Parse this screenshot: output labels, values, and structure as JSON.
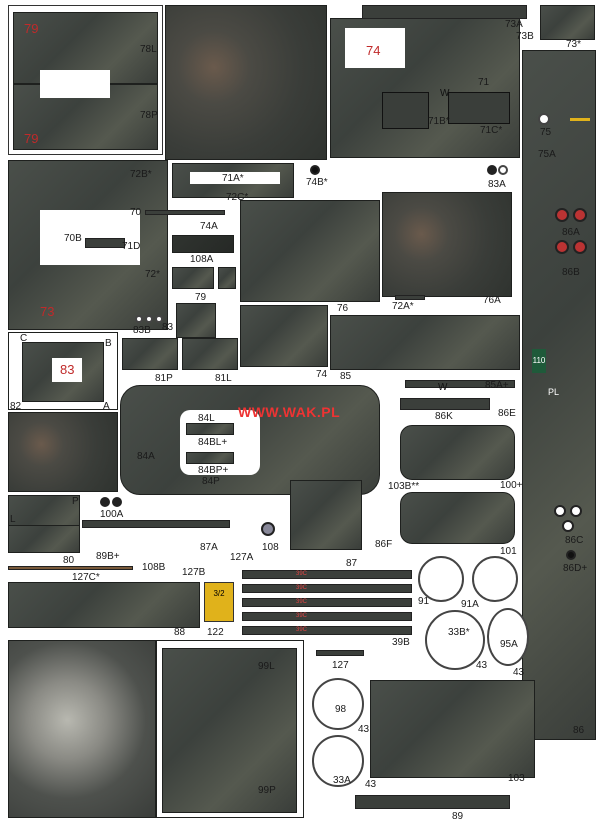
{
  "sheet": {
    "watermark": "WWW.WAK.PL",
    "plate_number": "110",
    "plate_letters": "PL",
    "plate_stamp": "3/2",
    "colors": {
      "paint": "#464b46",
      "red": "#c02a2a",
      "white": "#ffffff",
      "plate": "#1f5a3a",
      "yellow": "#e0b21b"
    }
  },
  "labels": {
    "p79a": "79",
    "p79b": "79",
    "p78L": "78L",
    "p78P": "78P",
    "p74": "74",
    "p73A": "73A",
    "p73B": "73B",
    "p73s": "73*",
    "p71": "71",
    "p71B": "71B*",
    "p71C": "71C*",
    "p75": "75",
    "p75A": "75A",
    "p72B": "72B*",
    "p74B": "74B*",
    "p83A": "83A",
    "p71A": "71A*",
    "p72C": "72C*",
    "p70": "70",
    "p74A": "74A",
    "p70B": "70B",
    "p71D": "71D",
    "p72s": "72*",
    "p108A": "108A",
    "p86A": "86A",
    "p86B": "86B",
    "p73": "73",
    "p79b2": "79",
    "p72A": "72A*",
    "p76A": "76A",
    "p83B": "83B",
    "p83": "83",
    "p76": "76",
    "p74b": "74",
    "p85": "85",
    "p85A": "85A+",
    "p83c": "83",
    "p82": "82",
    "pC": "C",
    "pB": "B",
    "pA": "A",
    "p81P": "81P",
    "p81L": "81L",
    "p86K": "86K",
    "p86E": "86E",
    "p84L": "84L",
    "p84BL": "84BL+",
    "p84A": "84A",
    "p84BP": "84BP+",
    "p84P": "84P",
    "p103B": "103B**",
    "p100p": "100+",
    "pL": "L",
    "pP": "P",
    "p100A": "100A",
    "p89B": "89B+",
    "p87A": "87A",
    "p127A": "127A",
    "p108": "108",
    "p86F": "86F",
    "p101": "101",
    "p86C": "86C",
    "p86D": "86D+",
    "p80": "80",
    "p108B": "108B",
    "p127B": "127B",
    "p87": "87",
    "p127C": "127C*",
    "p39C": "39C",
    "p91": "91",
    "p91A": "91A",
    "p33B": "33B*",
    "p95A": "95A",
    "p88": "88",
    "p122": "122",
    "p39B": "39B",
    "p127": "127",
    "p43a": "43",
    "p43b": "43",
    "p43c": "43",
    "p43d": "43",
    "p98": "98",
    "p99L": "99L",
    "p99P": "99P",
    "p33A": "33A",
    "p103": "103",
    "p89": "89",
    "p86": "86",
    "w": "W"
  }
}
